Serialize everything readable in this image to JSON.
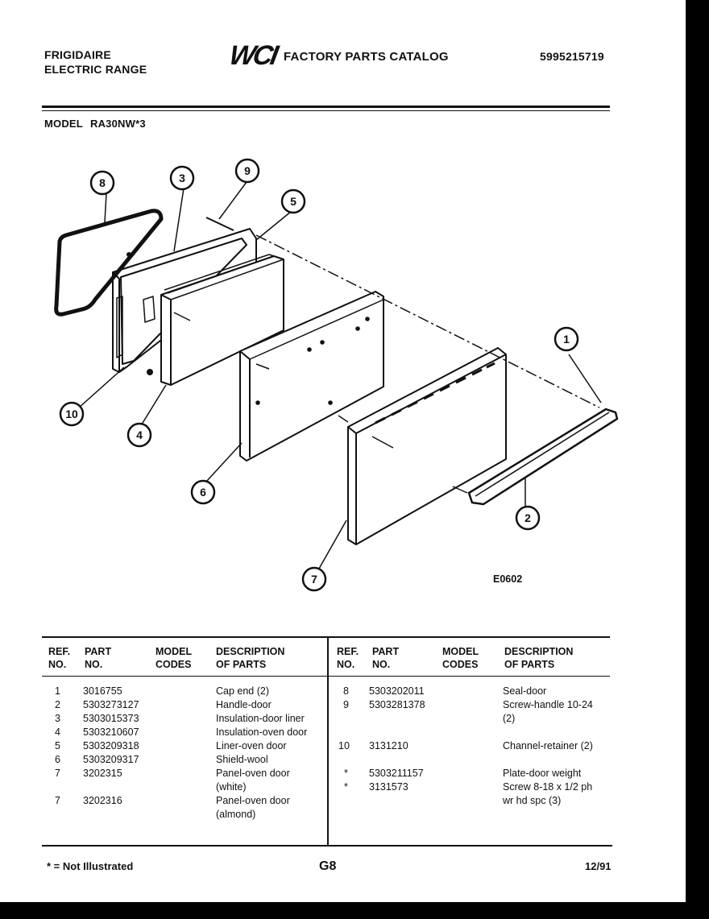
{
  "header": {
    "brand": "FRIGIDAIRE",
    "product": "ELECTRIC RANGE",
    "logo": "WCI",
    "catalog_title": "FACTORY PARTS CATALOG",
    "catalog_number": "5995215719",
    "model_label": "MODEL",
    "model_number": "RA30NW*3"
  },
  "diagram": {
    "callouts": [
      "8",
      "3",
      "9",
      "5",
      "1",
      "10",
      "4",
      "6",
      "2",
      "7"
    ],
    "figure_code": "E0602"
  },
  "table": {
    "headers": {
      "ref_no": "REF.\nNO.",
      "part_no": "PART\nNO.",
      "model_codes": "MODEL\nCODES",
      "description": "DESCRIPTION\nOF PARTS"
    },
    "left_rows": [
      {
        "ref": "1",
        "part": "3016755",
        "desc": "Cap end (2)"
      },
      {
        "ref": "2",
        "part": "5303273127",
        "desc": "Handle-door"
      },
      {
        "ref": "3",
        "part": "5303015373",
        "desc": "Insulation-door liner"
      },
      {
        "ref": "4",
        "part": "5303210607",
        "desc": "Insulation-oven door"
      },
      {
        "ref": "5",
        "part": "5303209318",
        "desc": "Liner-oven door"
      },
      {
        "ref": "6",
        "part": "5303209317",
        "desc": "Shield-wool"
      },
      {
        "ref": "7",
        "part": "3202315",
        "desc": "Panel-oven door (white)"
      },
      {
        "ref": "7",
        "part": "3202316",
        "desc": "Panel-oven door (almond)"
      }
    ],
    "right_rows": [
      {
        "ref": "8",
        "part": "5303202011",
        "desc": "Seal-door"
      },
      {
        "ref": "9",
        "part": "5303281378",
        "desc": "Screw-handle 10-24 (2)"
      },
      {
        "ref": "10",
        "part": "3131210",
        "desc": "Channel-retainer (2)"
      },
      {
        "ref": "*",
        "part": "5303211157",
        "desc": "Plate-door weight"
      },
      {
        "ref": "*",
        "part": "3131573",
        "desc": "Screw 8-18 x 1/2 ph wr hd spc (3)"
      }
    ]
  },
  "footer": {
    "note": "* = Not Illustrated",
    "page": "G8",
    "date": "12/91"
  }
}
